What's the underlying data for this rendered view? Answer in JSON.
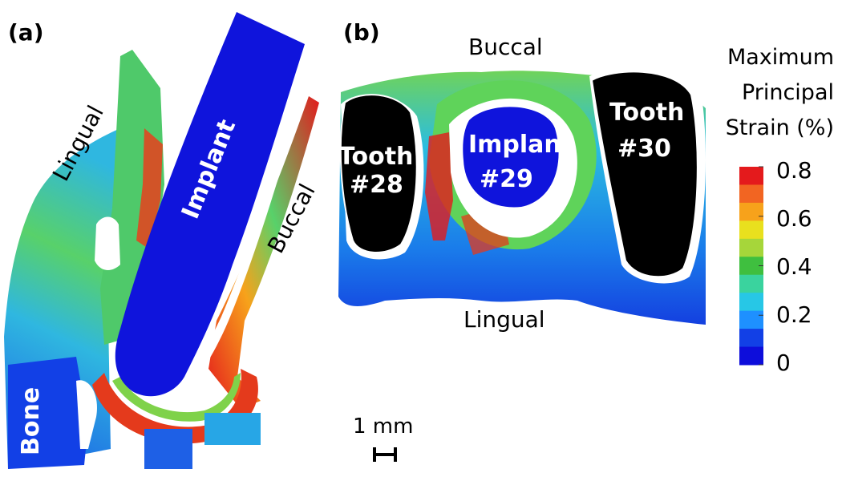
{
  "panels": {
    "a": {
      "label": "(a)",
      "lingual": "Lingual",
      "buccal": "Buccal",
      "implant": "Implant",
      "bone": "Bone"
    },
    "b": {
      "label": "(b)",
      "buccal": "Buccal",
      "lingual": "Lingual",
      "tooth28_line1": "Tooth",
      "tooth28_line2": "#28",
      "implant_line1": "Implant",
      "implant_line2": "#29",
      "tooth30_line1": "Tooth",
      "tooth30_line2": "#30"
    }
  },
  "legend": {
    "title_line1": "Maximum",
    "title_line2": "Principal",
    "title_line3": "Strain (%)",
    "ticks": [
      "0.8",
      "0.6",
      "0.4",
      "0.2",
      "0"
    ],
    "colors": [
      "#e41a1c",
      "#f26522",
      "#f7a21b",
      "#e9e01e",
      "#a6d63a",
      "#3fbf3f",
      "#3ad39e",
      "#27c7e6",
      "#1e90ff",
      "#1240e6",
      "#0d0ddb"
    ]
  },
  "scale_bar": {
    "label": "1 mm"
  },
  "colors": {
    "implant_blue": "#0f14dc",
    "tooth_black": "#000000",
    "strain_high": "#e41a1c",
    "strain_mid": "#3fbf3f",
    "strain_low": "#27c7e6"
  }
}
